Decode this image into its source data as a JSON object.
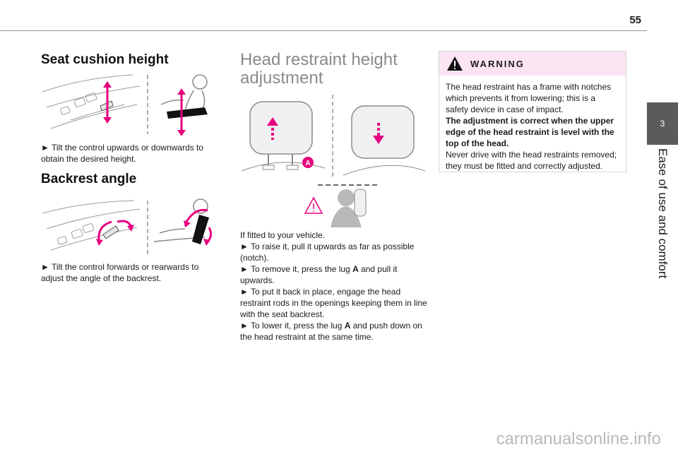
{
  "header": {
    "page_number": "55"
  },
  "side_tab": {
    "number": "3",
    "label": "Ease of use and comfort"
  },
  "seat_cushion": {
    "title": "Seat cushion height",
    "instruction": "► Tilt the control upwards or downwards to obtain the desired height."
  },
  "backrest": {
    "title": "Backrest angle",
    "instruction": "► Tilt the control forwards or rearwards to adjust the angle of the backrest."
  },
  "head_restraint": {
    "title_line1": "Head restraint height",
    "title_line2": "adjustment",
    "lug_label": "A",
    "lines": [
      "If fitted to your vehicle.",
      "► To raise it, pull it upwards as far as possible (notch).",
      "► To remove it, press the lug ",
      "A",
      " and pull it upwards.",
      "► To put it back in place, engage the head restraint rods in the openings keeping them in line with the seat backrest.",
      "► To lower it, press the lug ",
      "A",
      " and push down on the head restraint at the same time."
    ]
  },
  "warning": {
    "title": "WARNING",
    "text1": "The head restraint has a frame with notches which prevents it from lowering; this is a safety device in case of impact.",
    "text2": "The adjustment is correct when the upper edge of the head restraint is level with the top of the head.",
    "text3": "Never drive with the head restraints removed; they must be fitted and correctly adjusted."
  },
  "watermark": "carmanualsonline.info",
  "colors": {
    "accent_pink": "#e6007e",
    "warning_bg": "#fce4f2",
    "tab_gray": "#5b5b5b"
  }
}
